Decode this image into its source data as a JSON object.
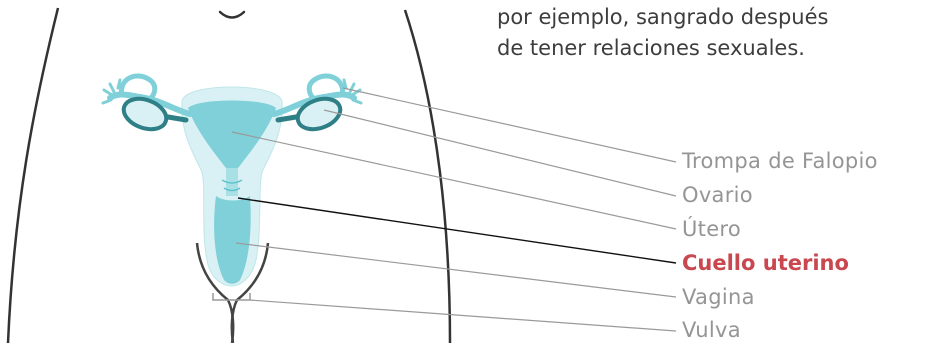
{
  "caption": {
    "line1": "por ejemplo, sangrado después",
    "line2": "de tener relaciones sexuales."
  },
  "labels": [
    {
      "text": "Trompa de Falopio",
      "active": false
    },
    {
      "text": "Ovario",
      "active": false
    },
    {
      "text": "Útero",
      "active": false
    },
    {
      "text": "Cuello uterino",
      "active": true
    },
    {
      "text": "Vagina",
      "active": false
    },
    {
      "text": "Vulva",
      "active": false
    }
  ],
  "colors": {
    "highlight": "#c9474f",
    "label": "#959595",
    "organ_fill": "#7fd0d8",
    "organ_light": "#d9f1f4",
    "outline": "#333333",
    "leader": "#9a9a9a"
  }
}
